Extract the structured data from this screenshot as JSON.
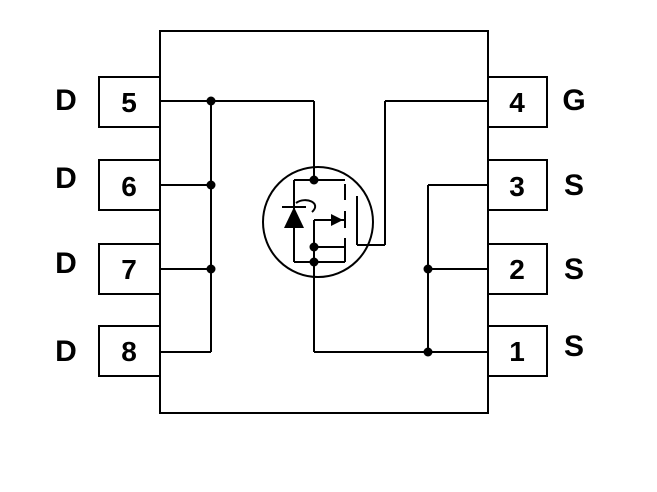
{
  "pins": {
    "left": [
      {
        "number": "5",
        "name": "D"
      },
      {
        "number": "6",
        "name": "D"
      },
      {
        "number": "7",
        "name": "D"
      },
      {
        "number": "8",
        "name": "D"
      }
    ],
    "right": [
      {
        "number": "4",
        "name": "G"
      },
      {
        "number": "3",
        "name": "S"
      },
      {
        "number": "2",
        "name": "S"
      },
      {
        "number": "1",
        "name": "S"
      }
    ]
  },
  "colors": {
    "line": "#000000",
    "background": "#ffffff"
  },
  "symbol": "n-channel-mosfet-with-body-diode"
}
